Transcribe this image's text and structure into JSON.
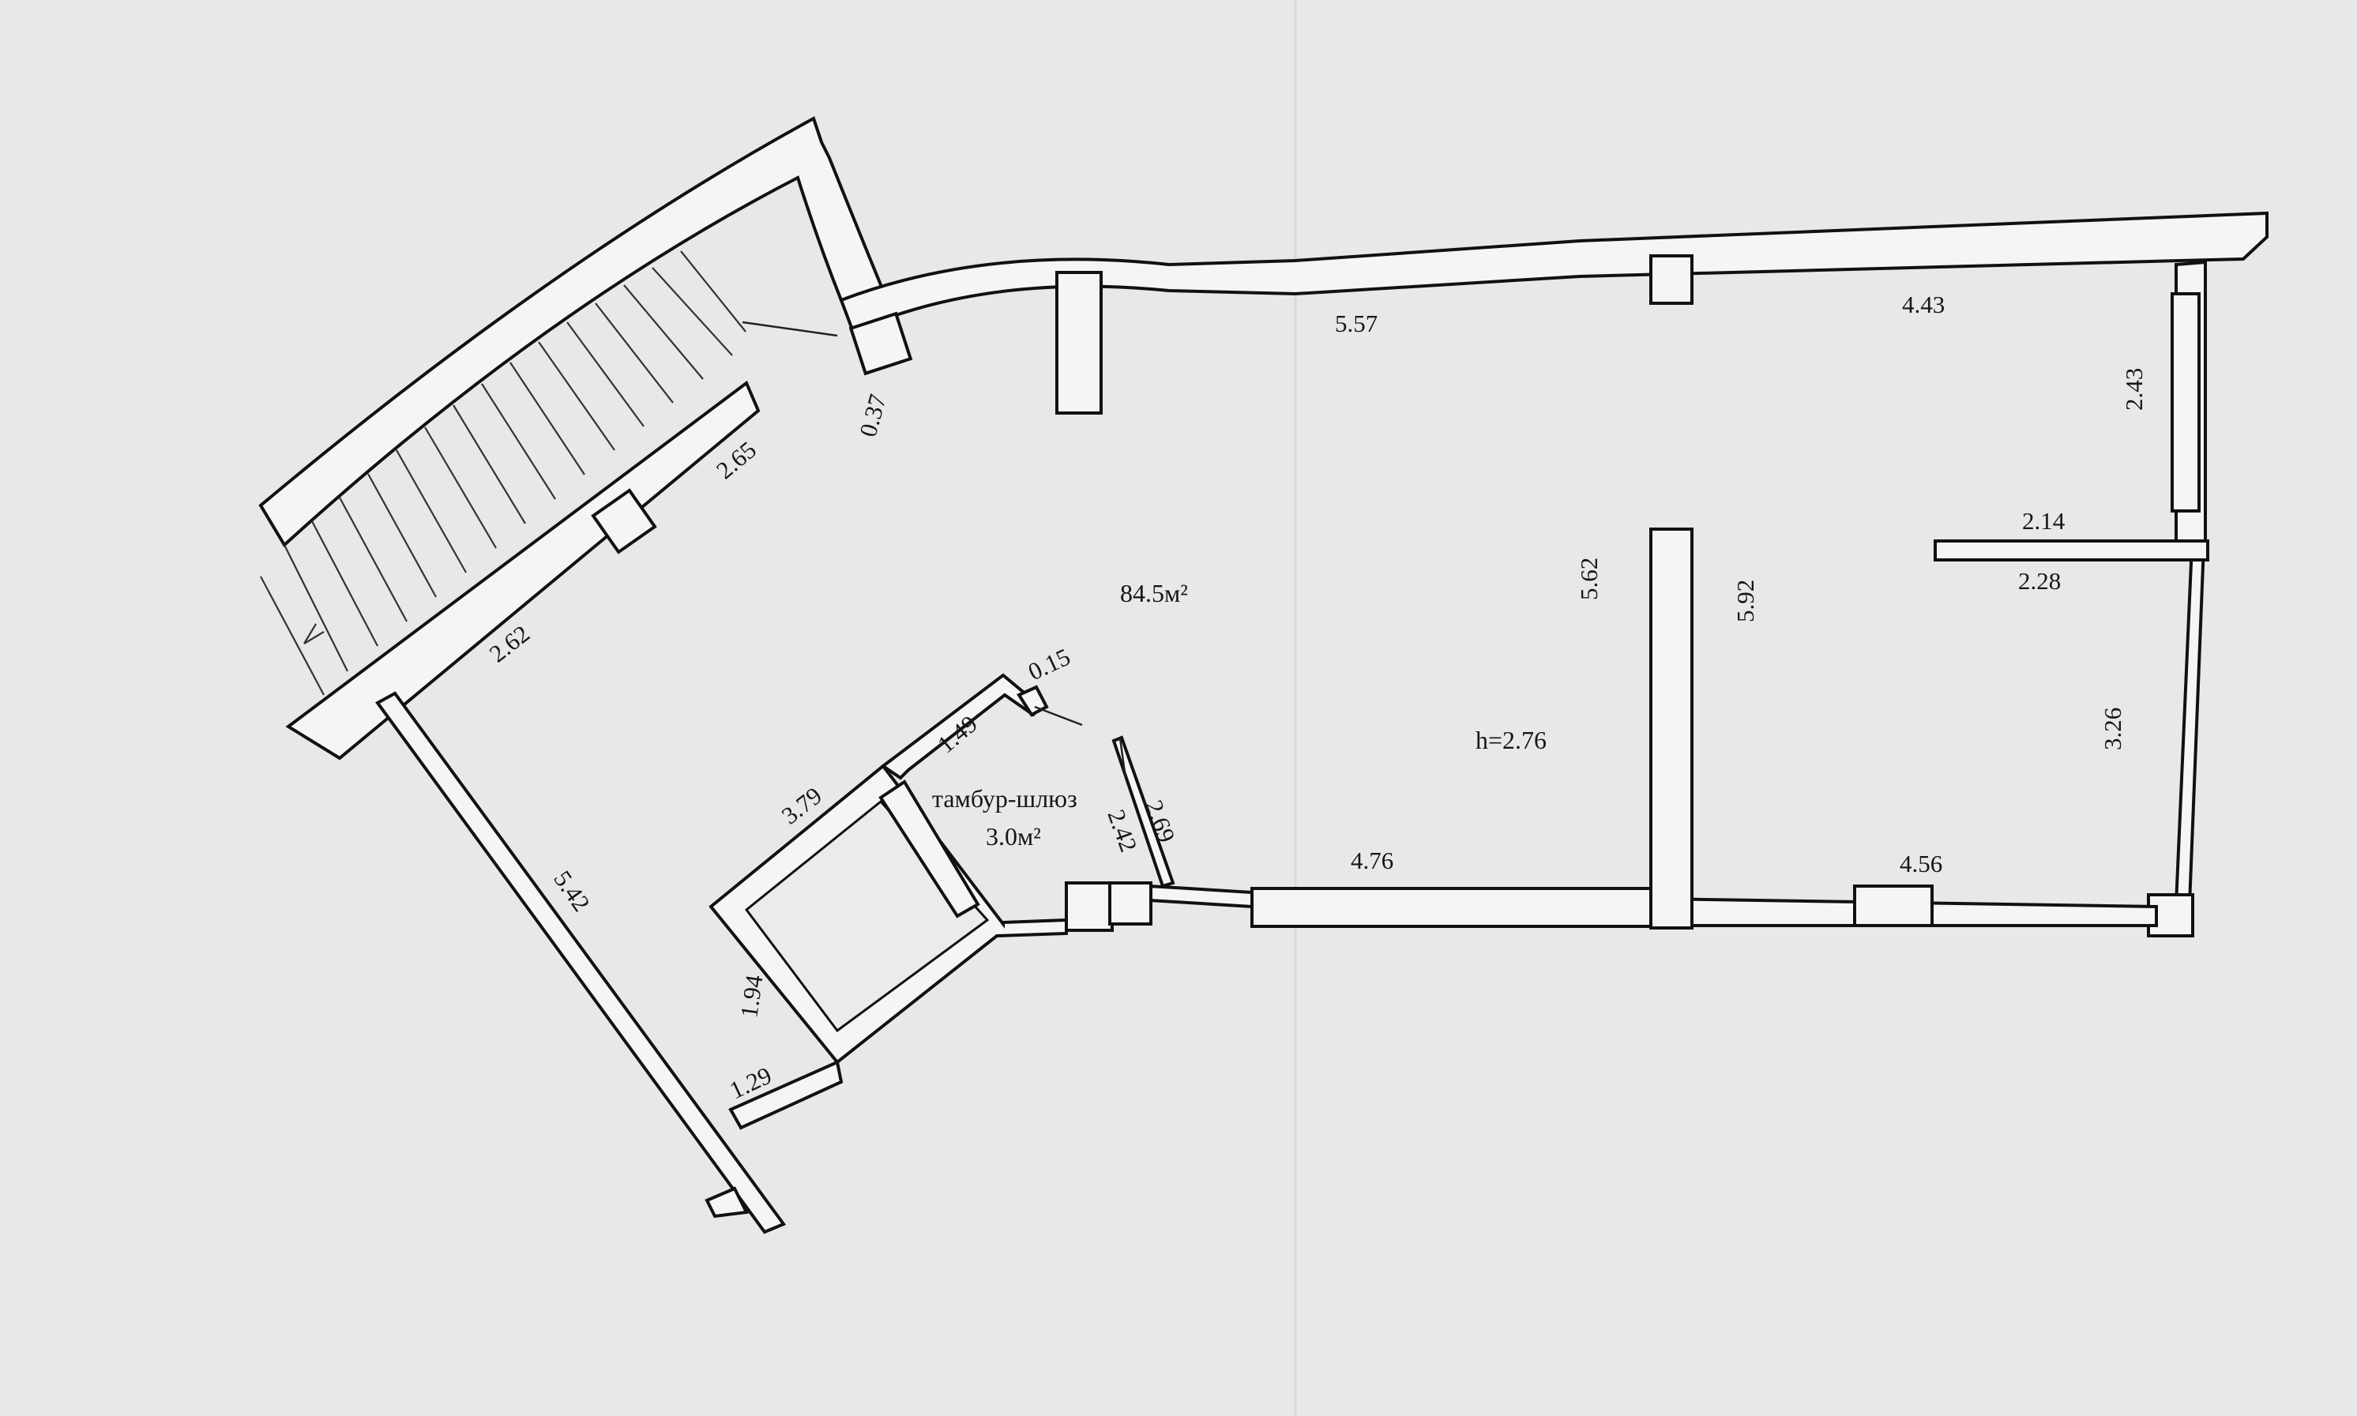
{
  "plan": {
    "area_main": "84.5м²",
    "ceiling_height": "h=2.76",
    "vestibule_name": "тамбур-шлюз",
    "vestibule_area": "3.0м²"
  },
  "dimensions": {
    "d_5_57": "5.57",
    "d_4_43": "4.43",
    "d_2_43": "2.43",
    "d_2_14": "2.14",
    "d_2_28": "2.28",
    "d_3_26": "3.26",
    "d_4_56": "4.56",
    "d_4_76": "4.76",
    "d_5_62": "5.62",
    "d_5_92": "5.92",
    "d_2_65": "2.65",
    "d_2_62": "2.62",
    "d_0_37": "0.37",
    "d_0_15": "0.15",
    "d_1_49": "1.49",
    "d_3_79": "3.79",
    "d_2_42": "2.42",
    "d_2_69": "2.69",
    "d_5_42": "5.42",
    "d_1_94": "1.94",
    "d_1_29": "1.29"
  },
  "colors": {
    "paper": "#e6e8ea",
    "ink": "#111111"
  }
}
